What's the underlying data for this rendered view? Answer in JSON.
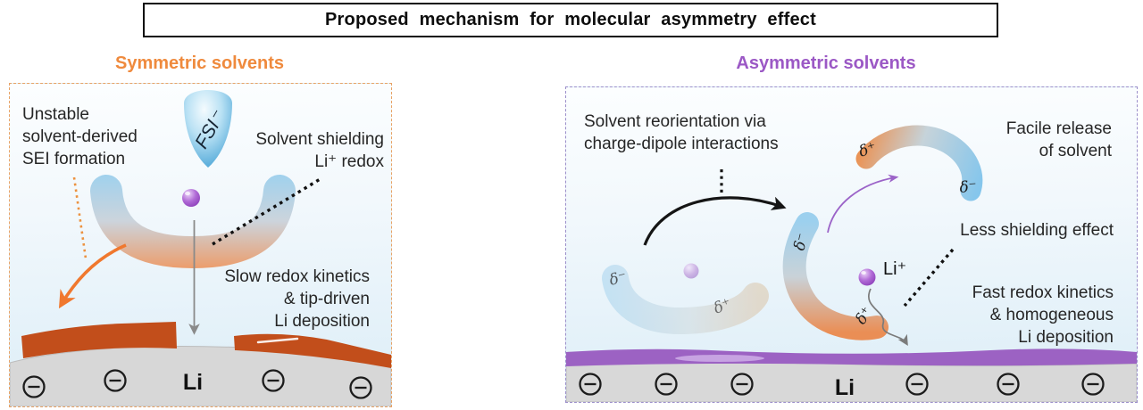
{
  "header": {
    "title": "Proposed mechanism for molecular asymmetry effect"
  },
  "left_panel": {
    "title": "Symmetric solvents",
    "accent_color": "#ef8a3d",
    "border_color": "#e8a265",
    "sei_color": "#c24e1b",
    "labels": {
      "unstable_sei": "Unstable\nsolvent-derived\nSEI formation",
      "fsi_anion": "FSI⁻",
      "solvent_shielding": "Solvent shielding\nLi⁺ redox",
      "slow_kinetics": "Slow redox kinetics\n& tip-driven\nLi deposition",
      "electrode": "Li"
    }
  },
  "right_panel": {
    "title": "Asymmetric solvents",
    "accent_color": "#9b58c5",
    "border_color": "#9c8fca",
    "sei_color": "#9c62c3",
    "labels": {
      "reorientation": "Solvent reorientation via\ncharge-dipole interactions",
      "facile_release": "Facile release\nof solvent",
      "less_shielding": "Less shielding effect",
      "fast_kinetics": "Fast redox kinetics\n& homogeneous\nLi deposition",
      "li_ion": "Li⁺",
      "delta_plus": "δ⁺",
      "delta_minus": "δ⁻",
      "electrode": "Li"
    }
  }
}
